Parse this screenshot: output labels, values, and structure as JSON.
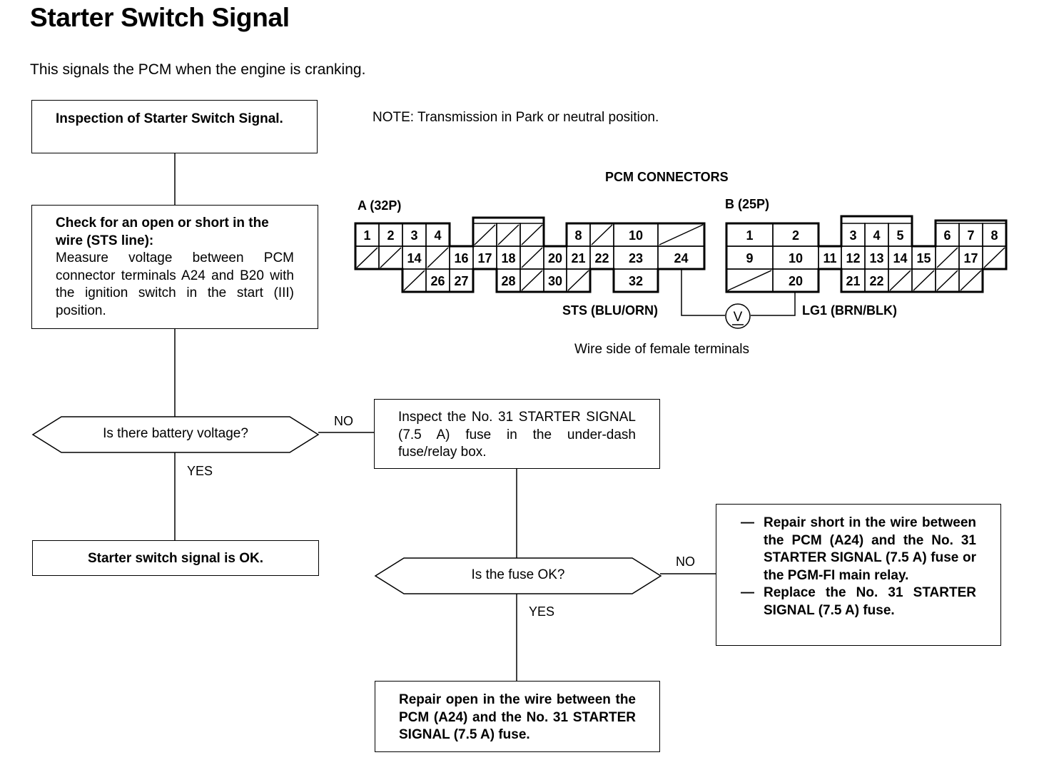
{
  "page": {
    "title": "Starter Switch Signal",
    "intro": "This signals the PCM when the engine is cranking."
  },
  "flow": {
    "inspection": "Inspection of Starter Switch Signal.",
    "check_bold": "Check for an open or short in the wire (STS line):",
    "check_text": "Measure voltage between PCM connector terminals A24 and B20 with the ignition switch in the start (III) position.",
    "q_battery": "Is there battery voltage?",
    "no1": "NO",
    "yes1": "YES",
    "ok": "Starter switch signal is OK.",
    "inspect_fuse": "Inspect the No. 31 STARTER SIGNAL (7.5 A) fuse in the under-dash fuse/relay box.",
    "q_fuse": "Is the fuse OK?",
    "no2": "NO",
    "yes2": "YES",
    "repair_short": "Repair short in the wire between the PCM (A24) and the No. 31 STARTER SIGNAL (7.5 A) fuse or the PGM-FI main relay.",
    "replace_fuse": "Replace the No. 31 STARTER SIGNAL (7.5 A) fuse.",
    "repair_open": "Repair open in the wire between the PCM (A24) and the No. 31 STARTER SIGNAL (7.5 A) fuse.",
    "dash": "—"
  },
  "connectors": {
    "note": "NOTE:  Transmission in Park or neutral position.",
    "heading": "PCM CONNECTORS",
    "a_label": "A (32P)",
    "b_label": "B (25P)",
    "sts_label": "STS (BLU/ORN)",
    "lg1_label": "LG1 (BRN/BLK)",
    "meter": "V",
    "caption": "Wire side of female terminals",
    "a_terminals": [
      "1",
      "2",
      "3",
      "4",
      "8",
      "10",
      "14",
      "16",
      "17",
      "18",
      "20",
      "21",
      "22",
      "23",
      "24",
      "26",
      "27",
      "28",
      "30",
      "32"
    ],
    "b_terminals": [
      "1",
      "2",
      "3",
      "4",
      "5",
      "6",
      "7",
      "8",
      "9",
      "10",
      "11",
      "12",
      "13",
      "14",
      "15",
      "17",
      "20",
      "21",
      "22"
    ]
  }
}
